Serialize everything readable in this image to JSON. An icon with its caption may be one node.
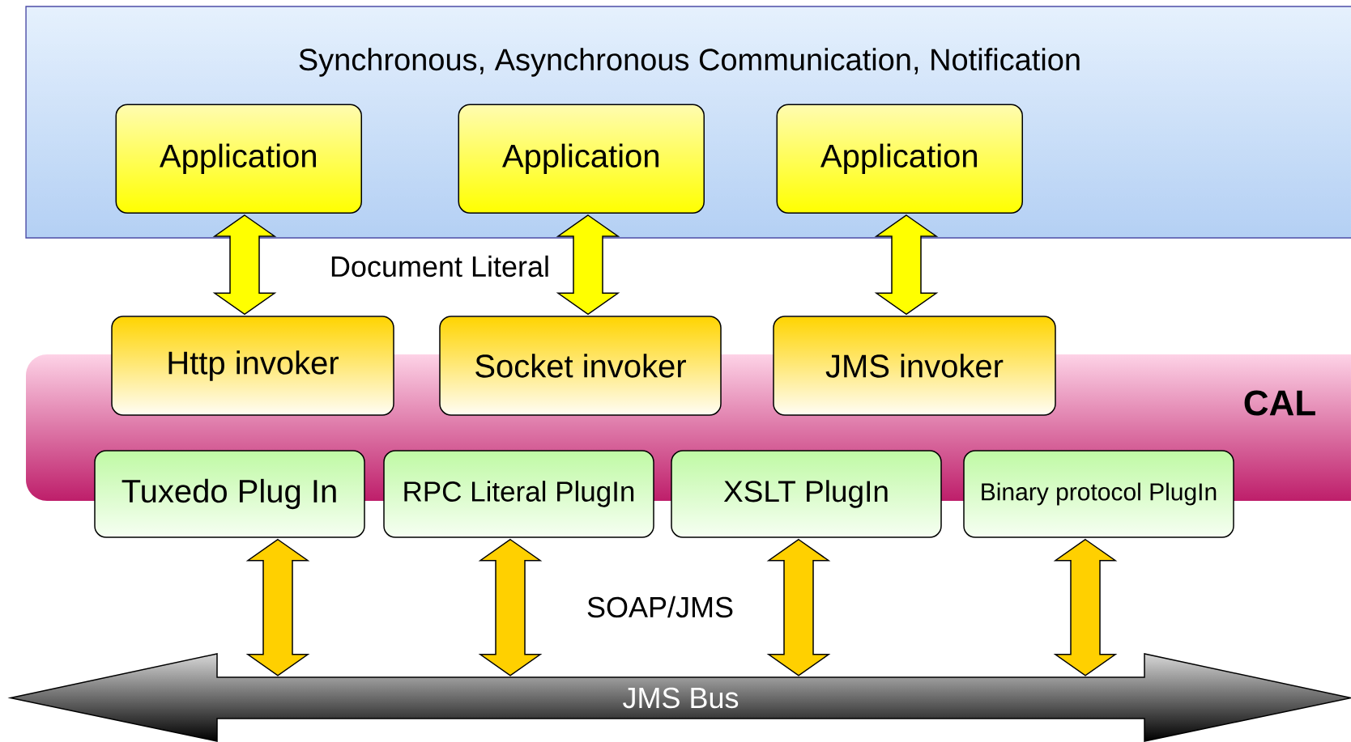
{
  "diagram": {
    "nodes": [
      {
        "text": [
          "Synchronous, Asynchronous Communication, Notification"
        ]
      },
      {
        "text": [
          "Application"
        ],
        "in": 0
      },
      {
        "text": [
          "Application"
        ],
        "in": 0
      },
      {
        "text": [
          "Application"
        ],
        "in": 0
      },
      {
        "text": [
          "CAL"
        ]
      },
      {
        "text": [
          "Http invoker"
        ]
      },
      {
        "text": [
          "Socket invoker"
        ]
      },
      {
        "text": [
          "JMS invoker"
        ]
      },
      {
        "text": [
          "Tuxedo Plug In"
        ]
      },
      {
        "text": [
          "RPC Literal PlugIn"
        ]
      },
      {
        "text": [
          "XSLT PlugIn"
        ]
      },
      {
        "text": [
          "Binary protocol PlugIn"
        ]
      },
      {
        "text": [
          "JMS Bus"
        ]
      }
    ],
    "edges": [
      {
        "from": 1,
        "to": 5,
        "arrow": "both",
        "color": "#ffff00"
      },
      {
        "from": 2,
        "to": 6,
        "arrow": "both",
        "color": "#ffff00"
      },
      {
        "from": 3,
        "to": 7,
        "arrow": "both",
        "color": "#ffff00"
      },
      {
        "from": 8,
        "to": 12,
        "arrow": "both"
      },
      {
        "from": 9,
        "to": 12,
        "arrow": "both"
      },
      {
        "from": 10,
        "to": 12,
        "arrow": "both"
      },
      {
        "from": 11,
        "to": 12,
        "arrow": "both"
      }
    ],
    "labels": [
      "Document Literal",
      "SOAP/JMS"
    ]
  }
}
